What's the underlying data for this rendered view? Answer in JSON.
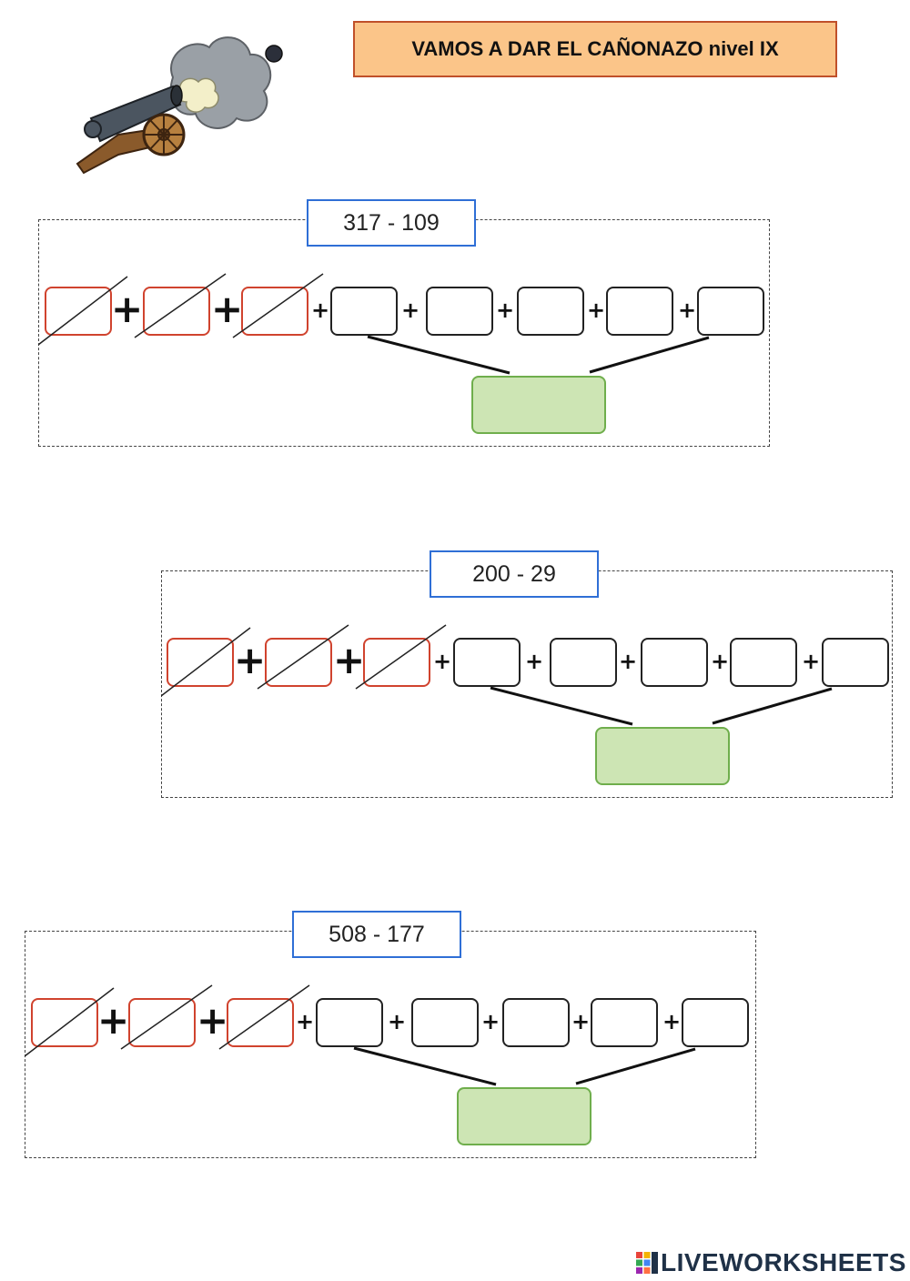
{
  "header": {
    "title": "VAMOS A DAR EL CAÑONAZO nivel IX"
  },
  "exercises": [
    {
      "problem": "317 - 109"
    },
    {
      "problem": "200 - 29"
    },
    {
      "problem": "508 - 177"
    }
  ],
  "footer": {
    "brand": "LIVEWORKSHEETS",
    "logo_icon": "liveworksheets-logo-icon"
  },
  "colors": {
    "title_bg": "#fbc589",
    "title_border": "#c0502a",
    "problem_border": "#2f6fd6",
    "red_cell": "#d0432e",
    "result_bg": "#cde5b4",
    "result_border": "#6fae4c"
  }
}
